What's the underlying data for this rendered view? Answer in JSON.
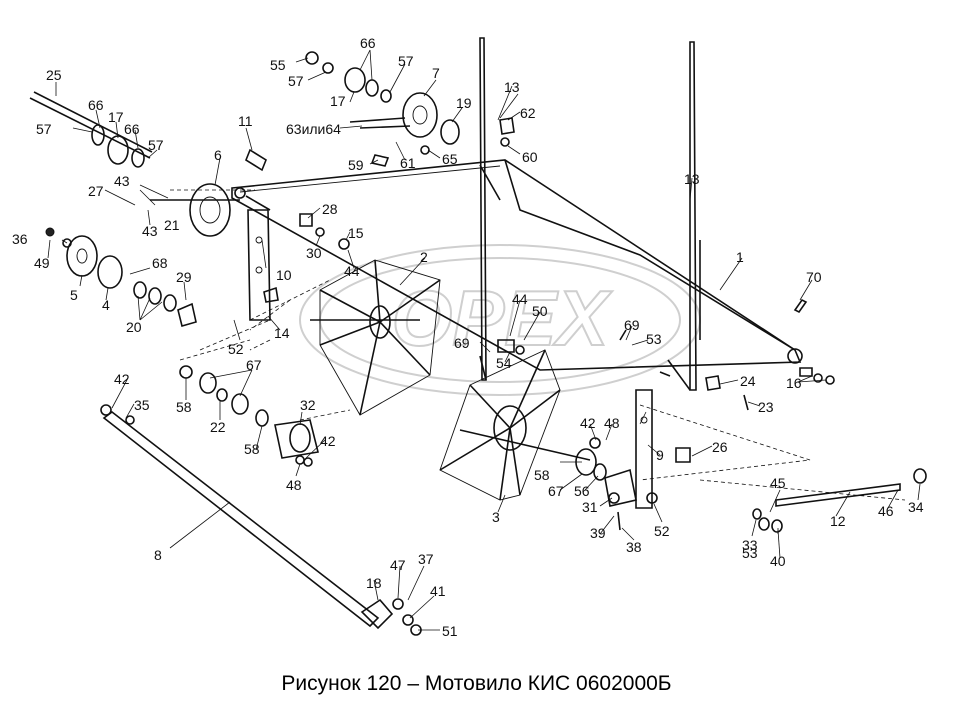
{
  "caption": "Рисунок 120 – Мотовило КИС 0602000Б",
  "watermark": "OPEX",
  "labels": [
    {
      "id": "l1",
      "text": "1"
    },
    {
      "id": "l2",
      "text": "2"
    },
    {
      "id": "l3",
      "text": "3"
    },
    {
      "id": "l4",
      "text": "4"
    },
    {
      "id": "l5",
      "text": "5"
    },
    {
      "id": "l6",
      "text": "6"
    },
    {
      "id": "l7",
      "text": "7"
    },
    {
      "id": "l8",
      "text": "8"
    },
    {
      "id": "l9",
      "text": "9"
    },
    {
      "id": "l10",
      "text": "10"
    },
    {
      "id": "l11",
      "text": "11"
    },
    {
      "id": "l12",
      "text": "12"
    },
    {
      "id": "l13a",
      "text": "13"
    },
    {
      "id": "l13b",
      "text": "13"
    },
    {
      "id": "l14",
      "text": "14"
    },
    {
      "id": "l15",
      "text": "15"
    },
    {
      "id": "l16",
      "text": "16"
    },
    {
      "id": "l17a",
      "text": "17"
    },
    {
      "id": "l17b",
      "text": "17"
    },
    {
      "id": "l18",
      "text": "18"
    },
    {
      "id": "l19",
      "text": "19"
    },
    {
      "id": "l20",
      "text": "20"
    },
    {
      "id": "l21",
      "text": "21"
    },
    {
      "id": "l22",
      "text": "22"
    },
    {
      "id": "l23",
      "text": "23"
    },
    {
      "id": "l24",
      "text": "24"
    },
    {
      "id": "l25",
      "text": "25"
    },
    {
      "id": "l26",
      "text": "26"
    },
    {
      "id": "l27",
      "text": "27"
    },
    {
      "id": "l28",
      "text": "28"
    },
    {
      "id": "l29",
      "text": "29"
    },
    {
      "id": "l30",
      "text": "30"
    },
    {
      "id": "l31",
      "text": "31"
    },
    {
      "id": "l32",
      "text": "32"
    },
    {
      "id": "l33",
      "text": "33"
    },
    {
      "id": "l34",
      "text": "34"
    },
    {
      "id": "l35",
      "text": "35"
    },
    {
      "id": "l36",
      "text": "36"
    },
    {
      "id": "l37",
      "text": "37"
    },
    {
      "id": "l38",
      "text": "38"
    },
    {
      "id": "l39",
      "text": "39"
    },
    {
      "id": "l40",
      "text": "40"
    },
    {
      "id": "l41",
      "text": "41"
    },
    {
      "id": "l42a",
      "text": "42"
    },
    {
      "id": "l42b",
      "text": "42"
    },
    {
      "id": "l42c",
      "text": "42"
    },
    {
      "id": "l43a",
      "text": "43"
    },
    {
      "id": "l43b",
      "text": "43"
    },
    {
      "id": "l44a",
      "text": "44"
    },
    {
      "id": "l44b",
      "text": "44"
    },
    {
      "id": "l45",
      "text": "45"
    },
    {
      "id": "l46",
      "text": "46"
    },
    {
      "id": "l47",
      "text": "47"
    },
    {
      "id": "l48a",
      "text": "48"
    },
    {
      "id": "l48b",
      "text": "48"
    },
    {
      "id": "l49",
      "text": "49"
    },
    {
      "id": "l50",
      "text": "50"
    },
    {
      "id": "l51",
      "text": "51"
    },
    {
      "id": "l52a",
      "text": "52"
    },
    {
      "id": "l52b",
      "text": "52"
    },
    {
      "id": "l53a",
      "text": "53"
    },
    {
      "id": "l53b",
      "text": "53"
    },
    {
      "id": "l54",
      "text": "54"
    },
    {
      "id": "l55",
      "text": "55"
    },
    {
      "id": "l56",
      "text": "56"
    },
    {
      "id": "l57a",
      "text": "57"
    },
    {
      "id": "l57b",
      "text": "57"
    },
    {
      "id": "l57c",
      "text": "57"
    },
    {
      "id": "l57d",
      "text": "57"
    },
    {
      "id": "l58a",
      "text": "58"
    },
    {
      "id": "l58b",
      "text": "58"
    },
    {
      "id": "l58c",
      "text": "58"
    },
    {
      "id": "l59",
      "text": "59"
    },
    {
      "id": "l60",
      "text": "60"
    },
    {
      "id": "l61",
      "text": "61"
    },
    {
      "id": "l62",
      "text": "62"
    },
    {
      "id": "l6364",
      "text": "63или64"
    },
    {
      "id": "l65",
      "text": "65"
    },
    {
      "id": "l66a",
      "text": "66"
    },
    {
      "id": "l66b",
      "text": "66"
    },
    {
      "id": "l66c",
      "text": "66"
    },
    {
      "id": "l67a",
      "text": "67"
    },
    {
      "id": "l67b",
      "text": "67"
    },
    {
      "id": "l68",
      "text": "68"
    },
    {
      "id": "l69a",
      "text": "69"
    },
    {
      "id": "l69b",
      "text": "69"
    },
    {
      "id": "l70",
      "text": "70"
    }
  ]
}
